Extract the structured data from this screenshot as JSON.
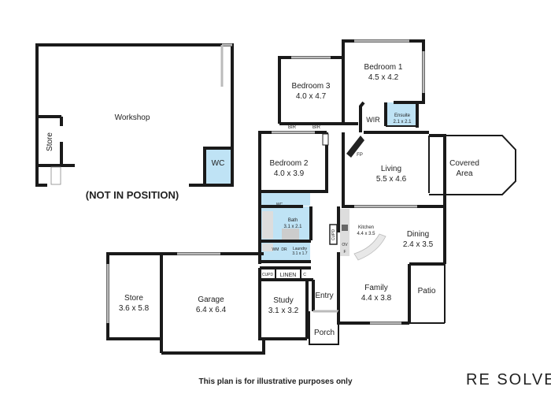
{
  "rooms": {
    "workshop": "Workshop",
    "workshop_store": "Store",
    "workshop_wc": "WC",
    "not_in_position": "(NOT IN POSITION)",
    "bedroom1": {
      "name": "Bedroom 1",
      "size": "4.5 x 4.2"
    },
    "bedroom3": {
      "name": "Bedroom 3",
      "size": "4.0 x 4.7"
    },
    "bedroom2": {
      "name": "Bedroom 2",
      "size": "4.0 x 3.9"
    },
    "wir": "WIR",
    "ensuite": {
      "name": "Ensuite",
      "size": "2.1 x 2.1"
    },
    "bir1": "BIR",
    "bir2": "BIR",
    "fp": "FP",
    "living": {
      "name": "Living",
      "size": "5.5 x 4.6"
    },
    "covered": {
      "name": "Covered",
      "name2": "Area"
    },
    "wc": "WC",
    "bath": {
      "name": "Bath",
      "size": "3.1 x 2.1"
    },
    "laundry": {
      "name": "Laundry",
      "size": "3.1 x 1.7"
    },
    "wm": "WM",
    "dr": "DR",
    "cupd1": "CUPD",
    "cupd2": "CUPD",
    "linen": "LINEN",
    "c": "C",
    "kitchen": {
      "name": "Kitchen",
      "size": "4.4 x 3.5"
    },
    "ov": "OV",
    "f": "F",
    "dining": {
      "name": "Dining",
      "size": "2.4 x 3.5"
    },
    "family": {
      "name": "Family",
      "size": "4.4 x 3.8"
    },
    "patio": "Patio",
    "store": {
      "name": "Store",
      "size": "3.6 x 5.8"
    },
    "garage": {
      "name": "Garage",
      "size": "6.4 x 6.4"
    },
    "study": {
      "name": "Study",
      "size": "3.1 x 3.2"
    },
    "entry": "Entry",
    "porch": "Porch"
  },
  "footer": {
    "disclaimer": "This plan is for illustrative purposes only"
  },
  "logo": {
    "text": "RE SOLVE"
  },
  "colors": {
    "wet_area": "#bfe3f5",
    "wall": "#1a1a1a"
  }
}
